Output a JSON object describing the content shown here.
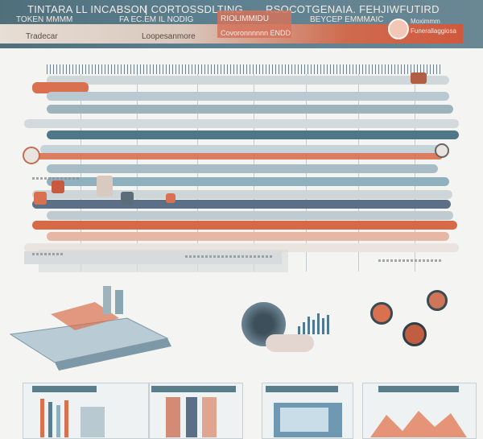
{
  "header": {
    "title_left": "TINTARA LL INCABSON",
    "title_middle": "| CORTOSSDLTING",
    "title_right": "RSOCOTGENAIA. FEHJIWFUTIRD",
    "sub_left": "TOKEN MMMM",
    "sub_mid": "FA EC.EM IL NODIG",
    "chip_top": "RIOLIMMIDU",
    "sub_right": "BEYCEP EMMMAIC",
    "right_lines": [
      "Moximmm",
      "Funerallaggiosa"
    ],
    "row2_left": "Tradecar",
    "row2_mid": "Loopesanmore",
    "chip_bottom": "Covoronnnnnn ENDD"
  },
  "colors": {
    "accent_orange": "#d9704f",
    "teal": "#4f6f7b",
    "blue_bar": "#5a7f98",
    "pale_bar": "#b9c7cf"
  }
}
